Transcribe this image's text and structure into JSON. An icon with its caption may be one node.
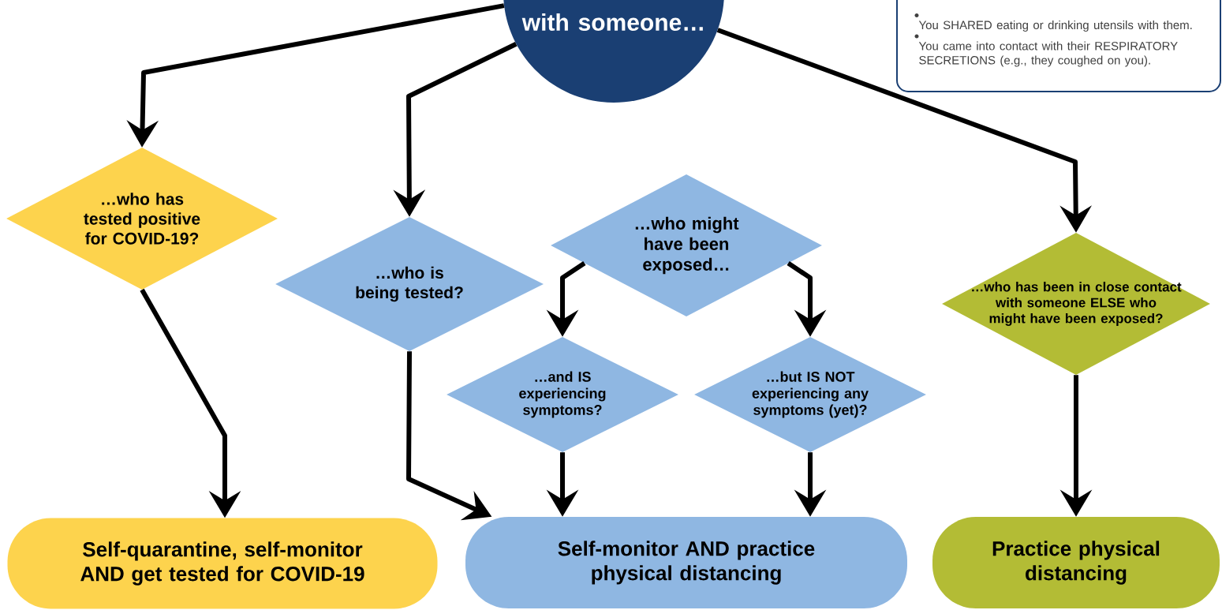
{
  "diagram": {
    "nodes": [
      {
        "text": [
          "with someone…"
        ]
      },
      {
        "text": [
          "You SHARED eating or drinking utensils with them.",
          "You came into contact with their RESPIRATORY SECRETIONS (e.g., they coughed on you)."
        ]
      },
      {
        "text": [
          "…who has tested positive for COVID-19?"
        ]
      },
      {
        "text": [
          "…who is being tested?"
        ]
      },
      {
        "text": [
          "…who might have been exposed…"
        ]
      },
      {
        "text": [
          "…and IS experiencing symptoms?"
        ]
      },
      {
        "text": [
          "…but IS NOT experiencing any symptoms (yet)?"
        ]
      },
      {
        "text": [
          "…who has been in close contact with someone ELSE who might have been exposed?"
        ]
      },
      {
        "text": [
          "Self-quarantine, self-monitor AND get tested for COVID-19"
        ]
      },
      {
        "text": [
          "Self-monitor AND practice physical distancing"
        ]
      },
      {
        "text": [
          "Practice physical distancing"
        ]
      }
    ],
    "edges": [
      {
        "from": 0,
        "to": 2,
        "arrow": "to"
      },
      {
        "from": 0,
        "to": 3,
        "arrow": "to"
      },
      {
        "from": 0,
        "to": 7,
        "arrow": "to"
      },
      {
        "from": 4,
        "to": 5,
        "arrow": "to"
      },
      {
        "from": 4,
        "to": 6,
        "arrow": "to"
      },
      {
        "from": 2,
        "to": 8,
        "arrow": "to"
      },
      {
        "from": 3,
        "to": 9,
        "arrow": "to"
      },
      {
        "from": 5,
        "to": 9,
        "arrow": "to"
      },
      {
        "from": 6,
        "to": 9,
        "arrow": "to"
      },
      {
        "from": 7,
        "to": 10,
        "arrow": "to"
      }
    ]
  }
}
